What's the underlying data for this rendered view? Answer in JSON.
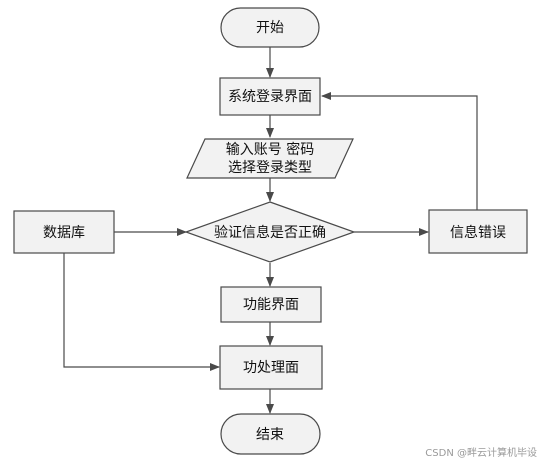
{
  "colors": {
    "node_fill": "#f2f2f2",
    "node_stroke": "#4a4a4a",
    "edge": "#4a4a4a"
  },
  "nodes": {
    "start": "开始",
    "login": "系统登录界面",
    "input_line1": "输入账号 密码",
    "input_line2": "选择登录类型",
    "verify": "验证信息是否正确",
    "database": "数据库",
    "error": "信息错误",
    "function_ui": "功能界面",
    "process": "功处理面",
    "end": "结束"
  },
  "watermark": "CSDN @畔云计算机毕设"
}
